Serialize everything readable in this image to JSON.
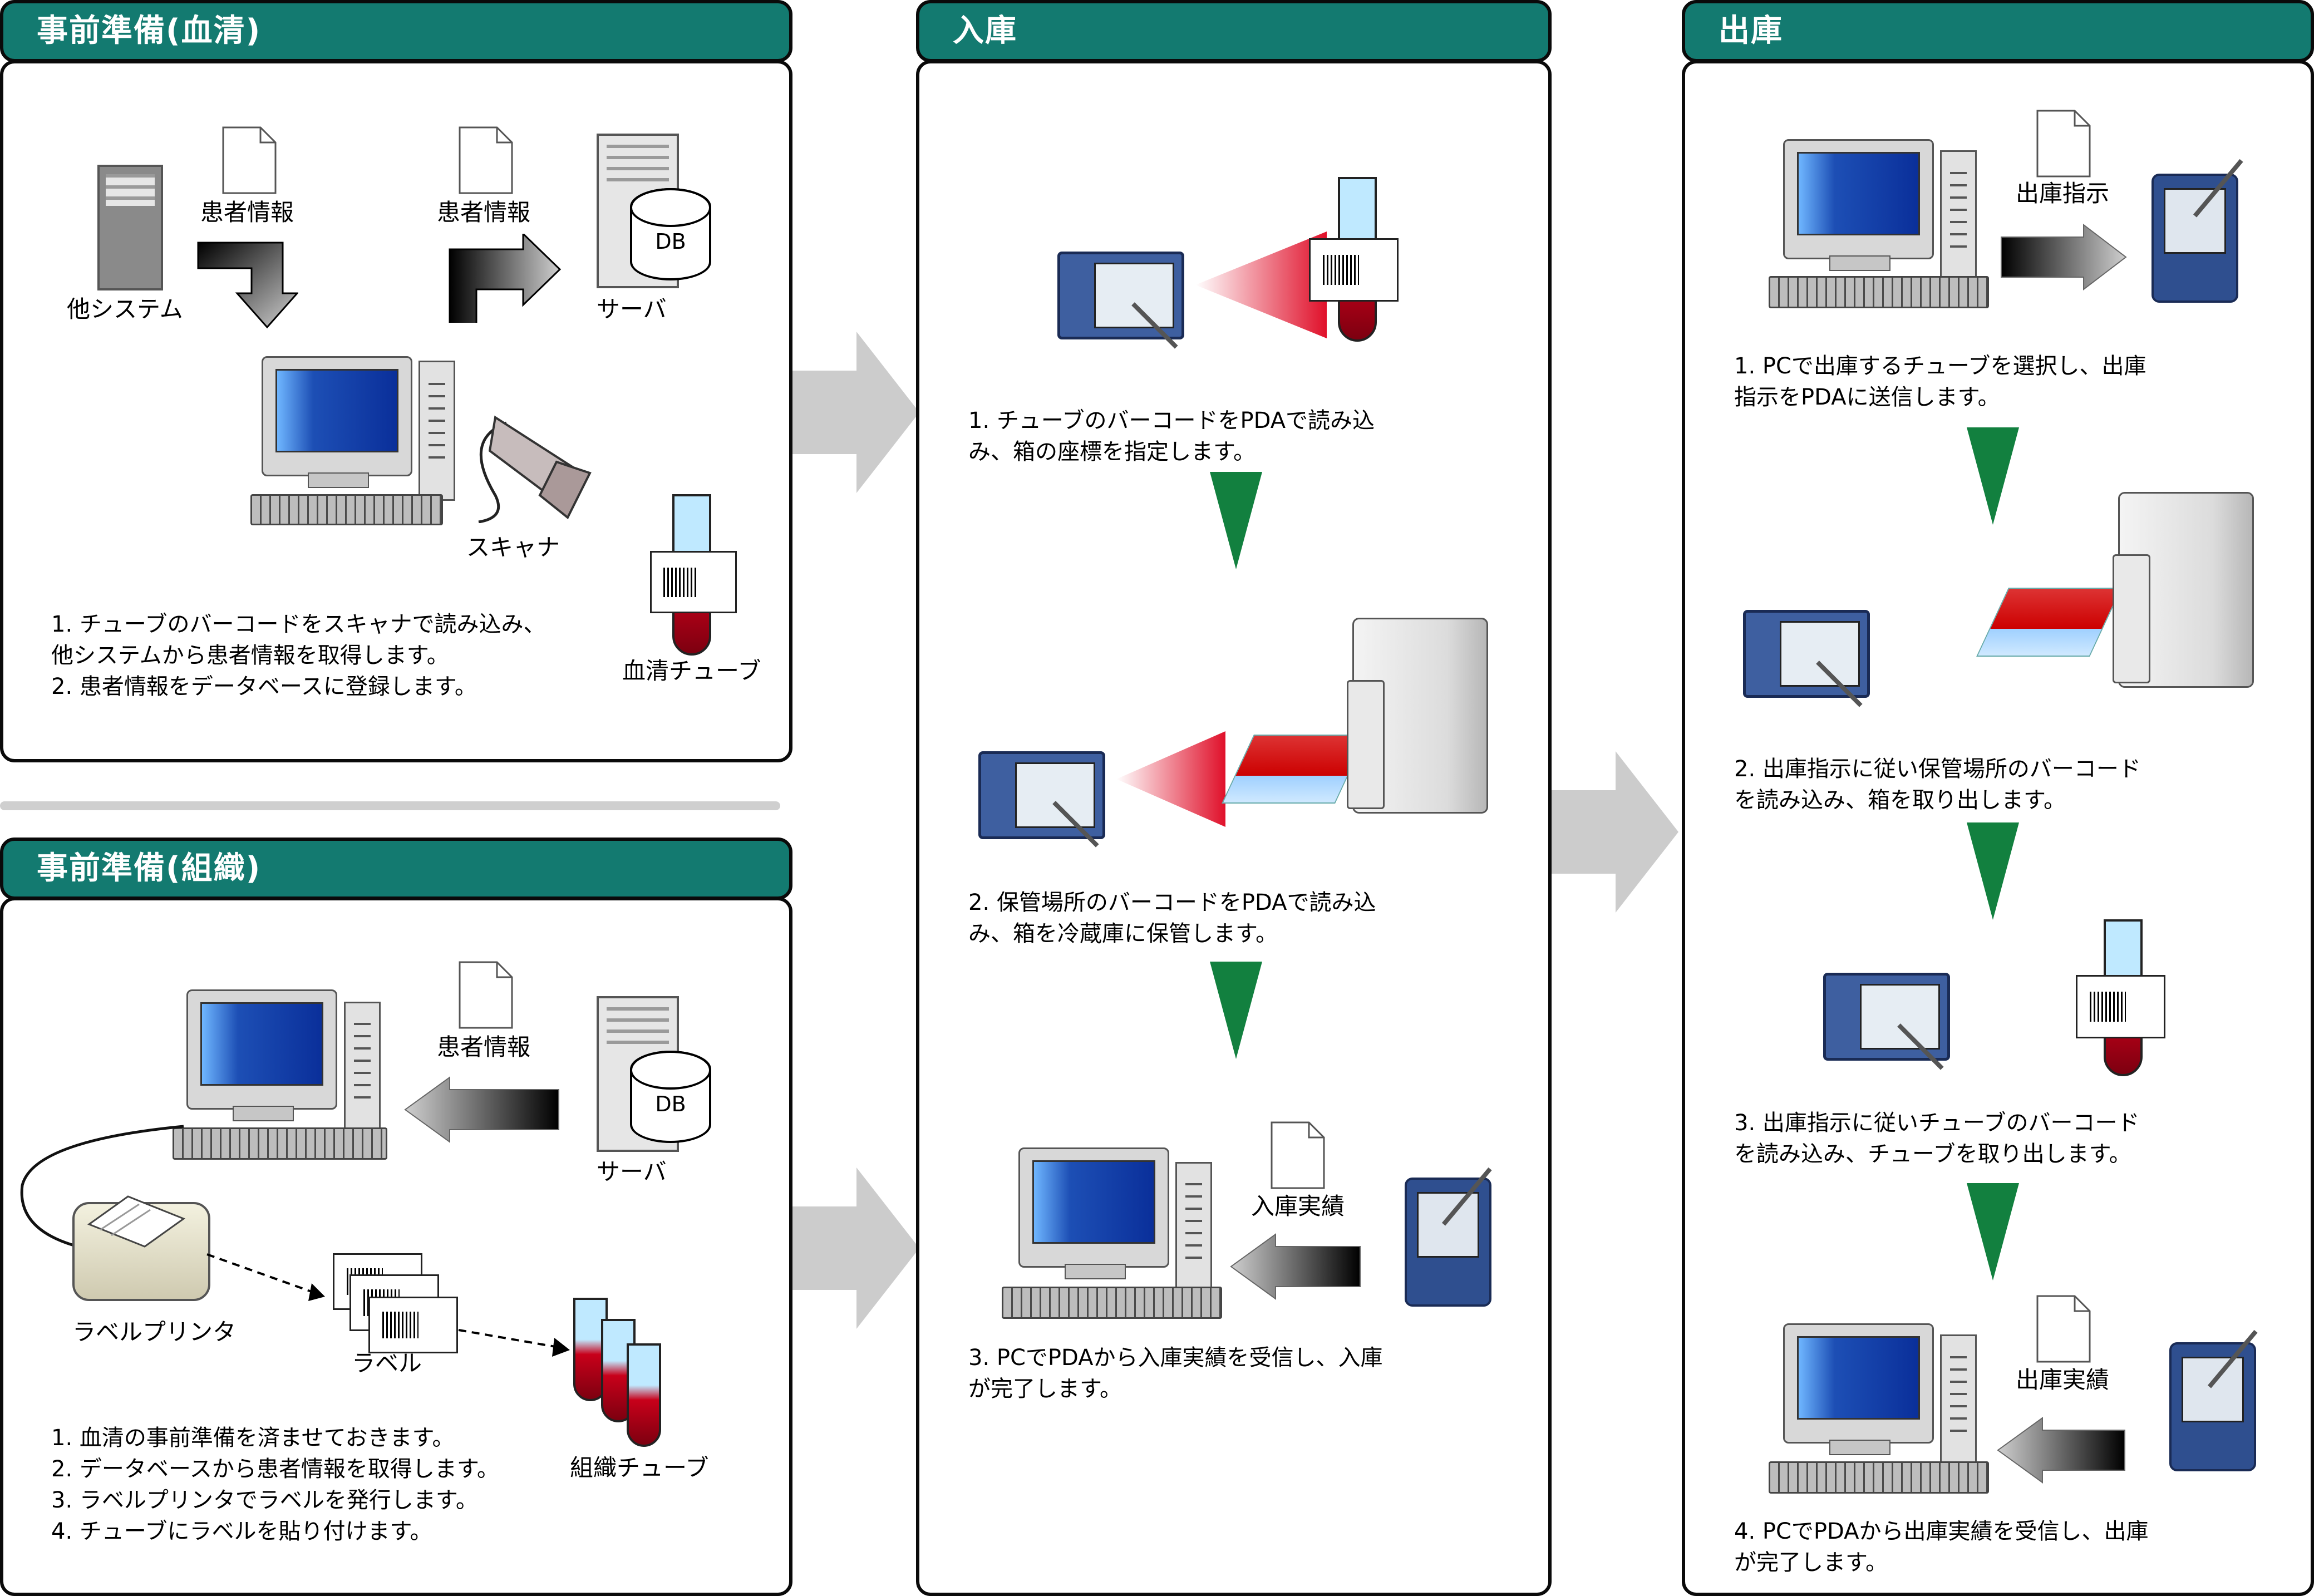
{
  "sections": {
    "serum": {
      "title": "事前準備(血清)",
      "labels": {
        "patient_info_1": "患者情報",
        "other_system": "他システム",
        "patient_info_2": "患者情報",
        "server": "サーバ",
        "db": "DB",
        "scanner": "スキャナ",
        "serum_tube": "血清チューブ"
      },
      "steps": [
        "1. チューブのバーコードをスキャナで読み込み、",
        "他システムから患者情報を取得します。",
        "2. 患者情報をデータベースに登録します。"
      ]
    },
    "tissue": {
      "title": "事前準備(組織)",
      "labels": {
        "patient_info": "患者情報",
        "server": "サーバ",
        "db": "DB",
        "label_printer": "ラベルプリンタ",
        "label": "ラベル",
        "tissue_tube": "組織チューブ"
      },
      "steps": [
        "1. 血清の事前準備を済ませておきます。",
        "2. データベースから患者情報を取得します。",
        "3. ラベルプリンタでラベルを発行します。",
        "4. チューブにラベルを貼り付けます。"
      ]
    },
    "storage_in": {
      "title": "入庫",
      "labels": {
        "storage_result": "入庫実績"
      },
      "steps": [
        [
          "1. チューブのバーコードをPDAで読み込",
          "み、箱の座標を指定します。"
        ],
        [
          "2. 保管場所のバーコードをPDAで読み込",
          "み、箱を冷蔵庫に保管します。"
        ],
        [
          "3. PCでPDAから入庫実績を受信し、入庫",
          "が完了します。"
        ]
      ]
    },
    "storage_out": {
      "title": "出庫",
      "labels": {
        "out_instruction": "出庫指示",
        "out_result": "出庫実績"
      },
      "steps": [
        [
          "1. PCで出庫するチューブを選択し、出庫",
          "指示をPDAに送信します。"
        ],
        [
          "2. 出庫指示に従い保管場所のバーコード",
          "を読み込み、箱を取り出します。"
        ],
        [
          "3. 出庫指示に従いチューブのバーコード",
          "を読み込み、チューブを取り出します。"
        ],
        [
          "4. PCでPDAから出庫実績を受信し、出庫",
          "が完了します。"
        ]
      ]
    }
  },
  "colors": {
    "header": "#137a70",
    "step_arrow": "#12803f",
    "flow_arrow": "#cccccc"
  }
}
